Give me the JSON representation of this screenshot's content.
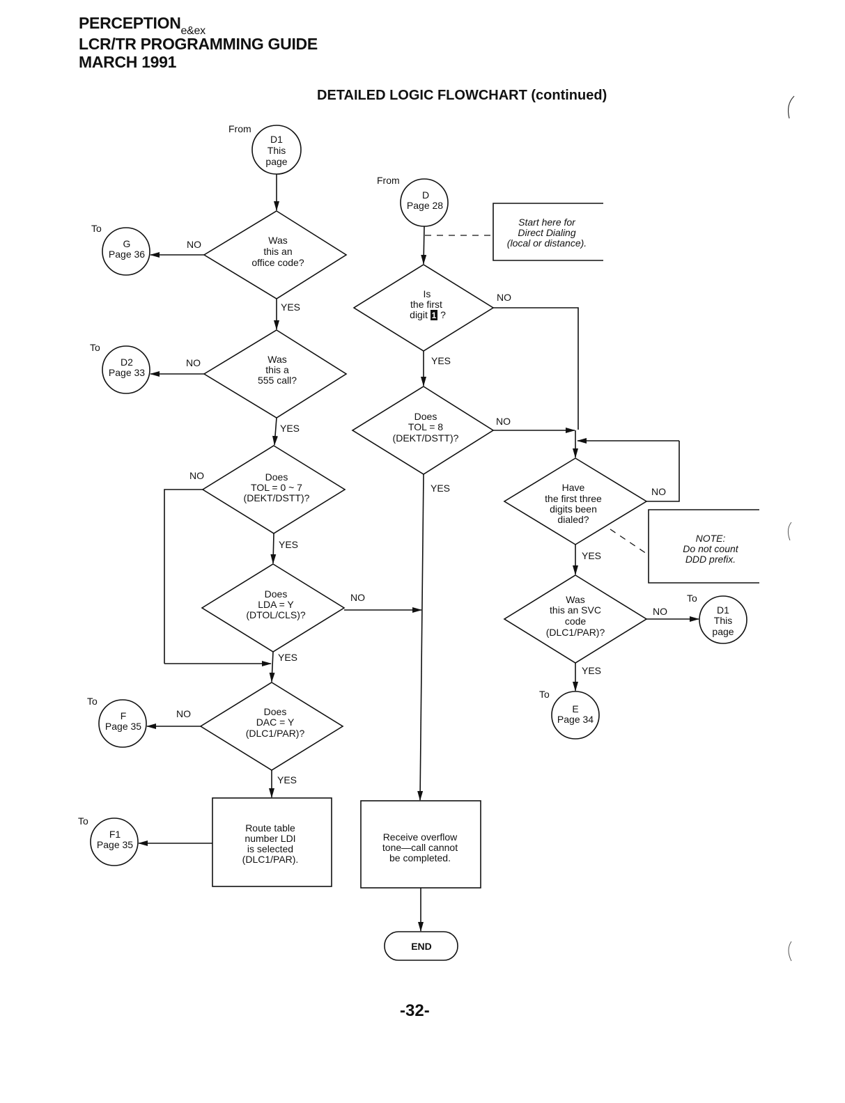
{
  "header": {
    "line1_main": "PERCEPTION",
    "line1_sub": "e&ex",
    "line2": "LCR/TR PROGRAMMING GUIDE",
    "line3": "MARCH 1991"
  },
  "title": "DETAILED LOGIC FLOWCHART (continued)",
  "page_number": "-32-",
  "labels": {
    "from": "From",
    "to": "To",
    "yes": "YES",
    "no": "NO"
  },
  "connectors": {
    "d1_this_page_top": [
      "D1",
      "This",
      "page"
    ],
    "d_page_28": [
      "D",
      "Page 28"
    ],
    "g_page_36": [
      "G",
      "Page 36"
    ],
    "d2_page_33": [
      "D2",
      "Page 33"
    ],
    "f_page_35": [
      "F",
      "Page 35"
    ],
    "f1_page_35": [
      "F1",
      "Page 35"
    ],
    "d1_this_page_right": [
      "D1",
      "This",
      "page"
    ],
    "e_page_34": [
      "E",
      "Page 34"
    ]
  },
  "decisions": {
    "office_code": [
      "Was",
      "this an",
      "office code?"
    ],
    "call_555": [
      "Was",
      "this a",
      "555 call?"
    ],
    "tol_0_7": [
      "Does",
      "TOL = 0 ~ 7",
      "(DEKT/DSTT)?"
    ],
    "lda_y": [
      "Does",
      "LDA = Y",
      "(DTOL/CLS)?"
    ],
    "dac_y": [
      "Does",
      "DAC = Y",
      "(DLC1/PAR)?"
    ],
    "first_digit": [
      "Is",
      "the first",
      "digit",
      "1",
      "?"
    ],
    "tol_8": [
      "Does",
      "TOL = 8",
      "(DEKT/DSTT)?"
    ],
    "first_three": [
      "Have",
      "the first three",
      "digits been",
      "dialed?"
    ],
    "svc_code": [
      "Was",
      "this an SVC",
      "code",
      "(DLC1/PAR)?"
    ]
  },
  "boxes": {
    "route_table": [
      "Route table",
      "number LDI",
      "is selected",
      "(DLC1/PAR)."
    ],
    "overflow": [
      "Receive overflow",
      "tone—call cannot",
      "be completed."
    ]
  },
  "notes": {
    "direct_dialing": [
      "Start here for",
      "Direct Dialing",
      "(local or distance)."
    ],
    "ddd_prefix": [
      "NOTE:",
      "Do not count",
      "DDD prefix."
    ]
  },
  "terminator": "END"
}
